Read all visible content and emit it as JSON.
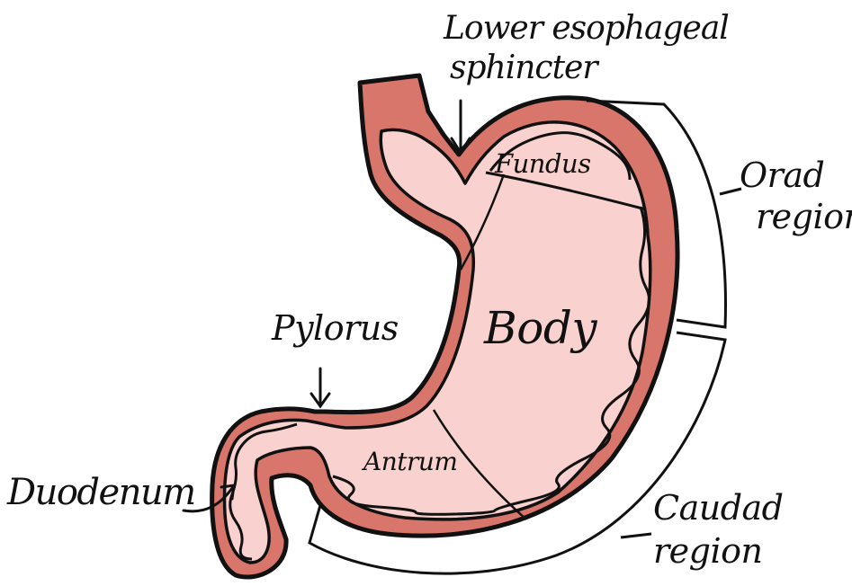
{
  "labels": {
    "lower_esophageal": "Lower esophageal",
    "sphincter": "sphincter",
    "fundus": "Fundus",
    "orad": "Orad",
    "orad_region": "region",
    "body": "Body",
    "pylorus": "Pylorus",
    "antrum": "Antrum",
    "duodenum": "Duodenum",
    "caudad": "Caudad",
    "caudad_region": "region"
  },
  "colors": {
    "wall": "#d9766b",
    "lumen": "#f9d2cf",
    "outline": "#111111",
    "background": "#ffffff"
  }
}
